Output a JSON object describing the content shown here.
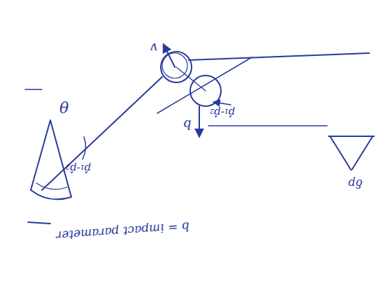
{
  "diagram": {
    "labels": [
      "b = impact parameter",
      "θ",
      "v",
      "p̂₁-p̂₂",
      "p̂₁-p̂₂",
      "b",
      "δp"
    ]
  }
}
